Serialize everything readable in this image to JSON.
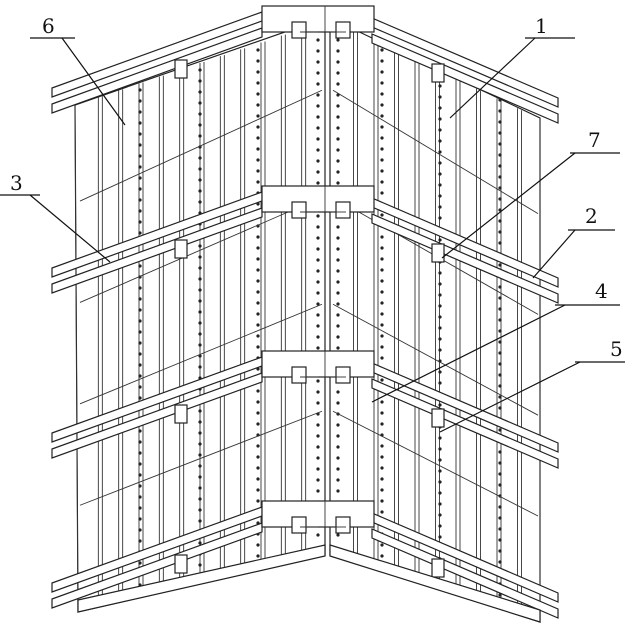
{
  "callouts": [
    {
      "id": "1",
      "text": "1"
    },
    {
      "id": "2",
      "text": "2"
    },
    {
      "id": "3",
      "text": "3"
    },
    {
      "id": "4",
      "text": "4"
    },
    {
      "id": "5",
      "text": "5"
    },
    {
      "id": "6",
      "text": "6"
    },
    {
      "id": "7",
      "text": "7"
    }
  ],
  "colors": {
    "line": "#222222",
    "background": "#ffffff"
  }
}
